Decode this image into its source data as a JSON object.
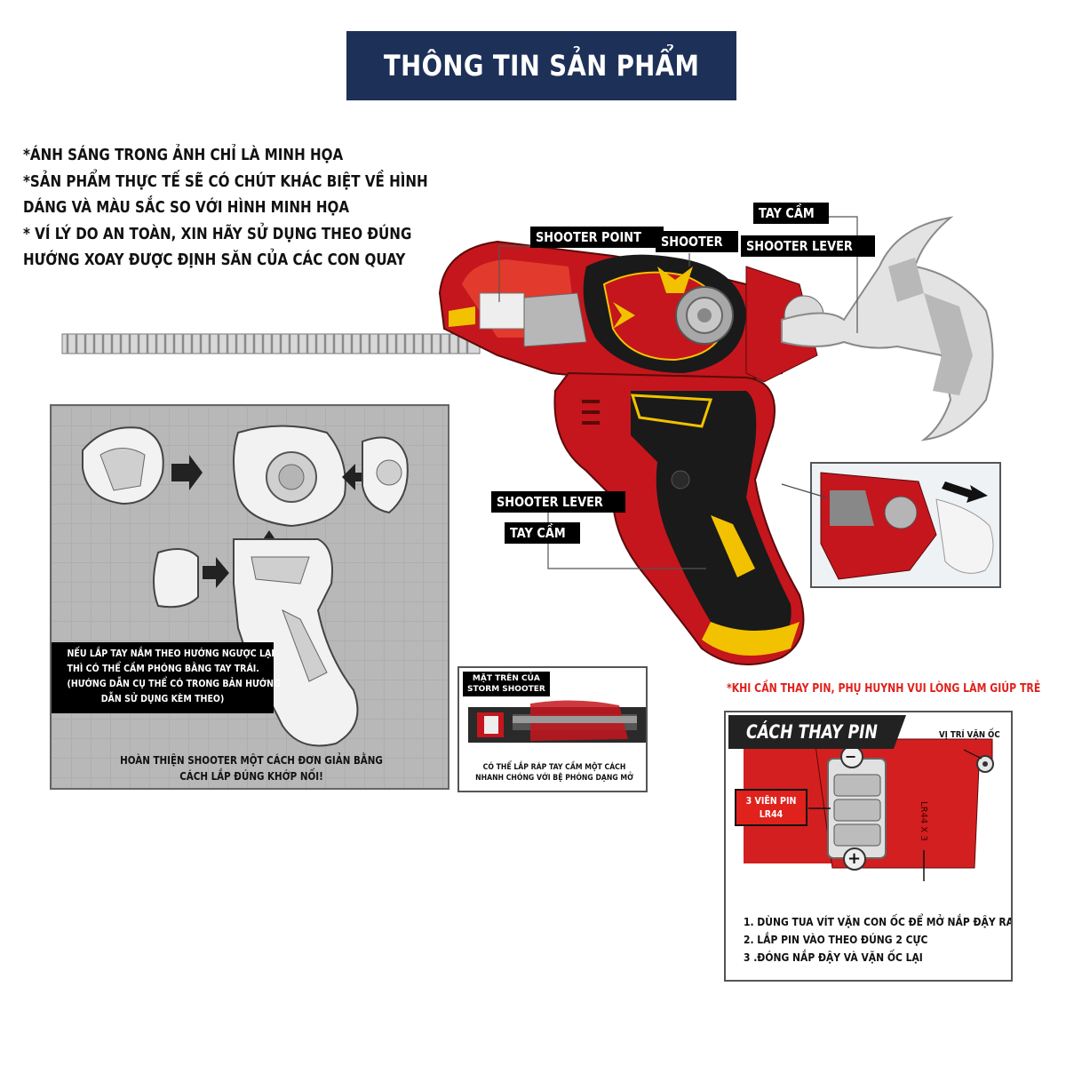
{
  "header": {
    "title": "THÔNG TIN SẢN PHẨM"
  },
  "notes": [
    "*ÁNH SÁNG TRONG ẢNH CHỈ LÀ MINH HỌA",
    "*SẢN PHẨM THỰC TẾ SẼ CÓ CHÚT KHÁC BIỆT VỀ HÌNH",
    "DÁNG VÀ MÀU SẮC SO VỚI HÌNH MINH HỌA",
    "* VÍ LÝ DO AN TOÀN, XIN HÃY SỬ DỤNG THEO ĐÚNG",
    "HƯỚNG XOAY ĐƯỢC ĐỊNH SĂN CỦA CÁC CON QUAY"
  ],
  "labels": {
    "shooter_point": "SHOOTER POINT",
    "shooter": "SHOOTER",
    "tay_cam_top": "TAY CẦM",
    "shooter_lever_top": "SHOOTER LEVER",
    "shooter_lever_mid": "SHOOTER LEVER",
    "tay_cam_mid": "TAY CẦM"
  },
  "assembly": {
    "note_lines": [
      "NẾU LẮP TAY NẮM THEO HƯỚNG NGƯỢC LẠI",
      "THÌ CÓ THỂ CẦM PHÓNG BẰNG TAY TRÁI.",
      "(HƯỚNG DẪN CỤ THỂ CÓ TRONG BẢN HƯỚNG",
      "DẪN SỬ DỤNG KÈM THEO)"
    ],
    "caption_lines": [
      "HOÀN THIỆN SHOOTER MỘT CÁCH ĐƠN GIẢN BẰNG",
      "CÁCH LẮP ĐÚNG KHỚP NỐI!"
    ]
  },
  "top_view": {
    "label_lines": [
      "MẶT TRÊN CỦA",
      "STORM SHOOTER"
    ],
    "caption_lines": [
      "CÓ THỂ LẮP RÁP TAY CẦM MỘT CÁCH",
      "NHANH CHÓNG VỚI BỆ PHÓNG DẠNG MỞ"
    ]
  },
  "battery": {
    "warning": "*KHI CẦN THAY PIN, PHỤ HUYNH VUI LÒNG LÀM GIÚP TRẺ",
    "heading": "CÁCH THAY PIN",
    "screw_label": "VỊ TRÍ VẶN ỐC",
    "count_lines": [
      "3 VIÊN PIN",
      "LR44"
    ],
    "polarity_minus": "−",
    "polarity_plus": "+",
    "cover_text": "LR44 X 3",
    "steps": [
      "1. DÙNG TUA VÍT VẶN CON ỐC ĐỂ MỞ NẮP ĐẬY RA",
      "2. LẮP PIN VÀO THEO ĐÚNG 2 CỰC",
      "3 .ĐÓNG NẮP ĐẬY VÀ VẶN ỐC LẠI"
    ]
  },
  "colors": {
    "banner": "#1d3058",
    "accent_red": "#e0211c",
    "toy_red": "#c4161c",
    "toy_black": "#1a1a1a",
    "toy_yellow": "#f2c200"
  }
}
